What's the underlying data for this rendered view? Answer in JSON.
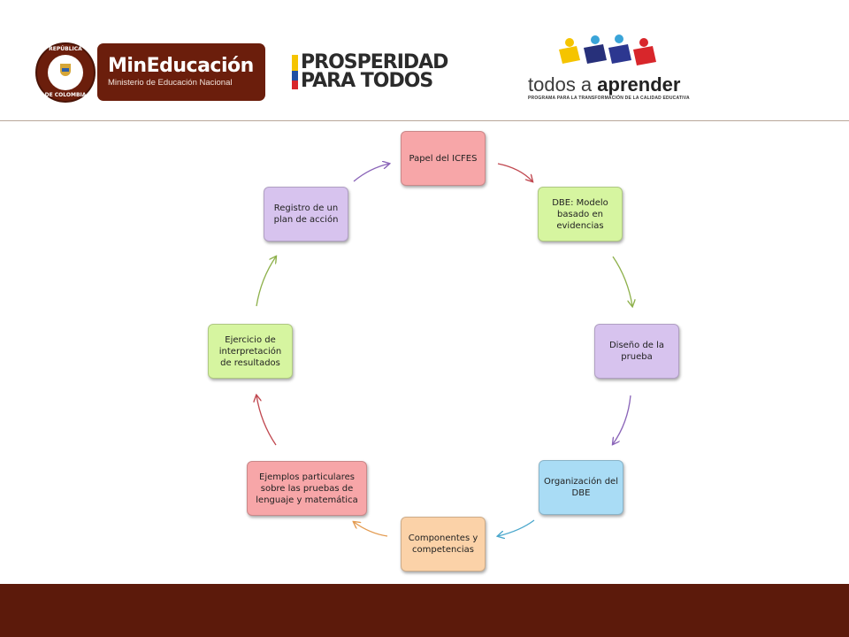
{
  "header": {
    "seal_top": "REPÚBLICA",
    "seal_bottom": "DE COLOMBIA",
    "ministry_title": "MinEducación",
    "ministry_subtitle": "Ministerio de Educación Nacional",
    "prosperidad_line1": "PROSPERIDAD",
    "prosperidad_line2": "PARA TODOS",
    "taa_prefix": "todos a ",
    "taa_bold": "aprender",
    "taa_subtitle": "PROGRAMA PARA LA TRANSFORMACIÓN DE LA CALIDAD EDUCATIVA"
  },
  "diagram": {
    "nodes": [
      {
        "id": "n1",
        "label": "Papel del ICFES",
        "color": "#f7a6a8"
      },
      {
        "id": "n2",
        "label": "DBE: Modelo basado en evidencias",
        "color": "#d6f5a0"
      },
      {
        "id": "n3",
        "label": "Diseño de la prueba",
        "color": "#d7c3ee"
      },
      {
        "id": "n4",
        "label": "Organización del DBE",
        "color": "#a9dcf5"
      },
      {
        "id": "n5",
        "label": "Componentes y competencias",
        "color": "#fbd2a8"
      },
      {
        "id": "n6",
        "label": "Ejemplos particulares sobre las pruebas de lenguaje y matemática",
        "color": "#f7a6a8"
      },
      {
        "id": "n7",
        "label": "Ejercicio de interpretación de resultados",
        "color": "#d6f5a0"
      },
      {
        "id": "n8",
        "label": "Registro de un plan de acción",
        "color": "#d7c3ee"
      }
    ],
    "arrow_colors": [
      "#c0474f",
      "#8db04a",
      "#8a64b8",
      "#4aa7cc",
      "#e39a4f",
      "#c0474f",
      "#8db04a",
      "#8a64b8"
    ]
  },
  "colors": {
    "brand_brown": "#6b1e0c",
    "footer": "#5c1a0b"
  }
}
